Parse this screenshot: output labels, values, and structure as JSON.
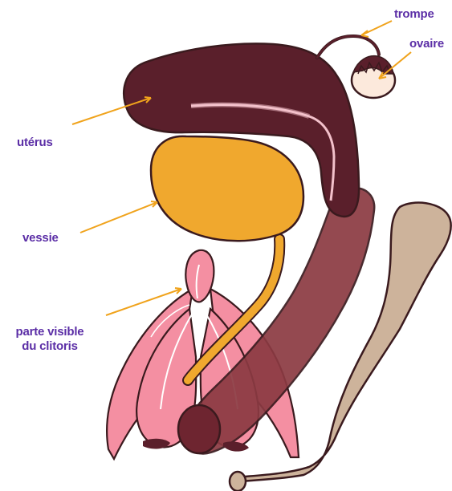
{
  "labels": {
    "trompe": "trompe",
    "ovaire": "ovaire",
    "uterus": "utérus",
    "vessie": "vessie",
    "clitoris_line1": "parte visible",
    "clitoris_line2": "du clitoris"
  },
  "colors": {
    "label_text": "#5b2ea6",
    "pointer_line": "#f0a31c",
    "uterus": "#5a1f2b",
    "bladder": "#f0a82e",
    "clitoris": "#f48fa2",
    "vagina": "#8b3a42",
    "rectum": "#cdb39b",
    "ovary_fill": "#fce9dc"
  }
}
